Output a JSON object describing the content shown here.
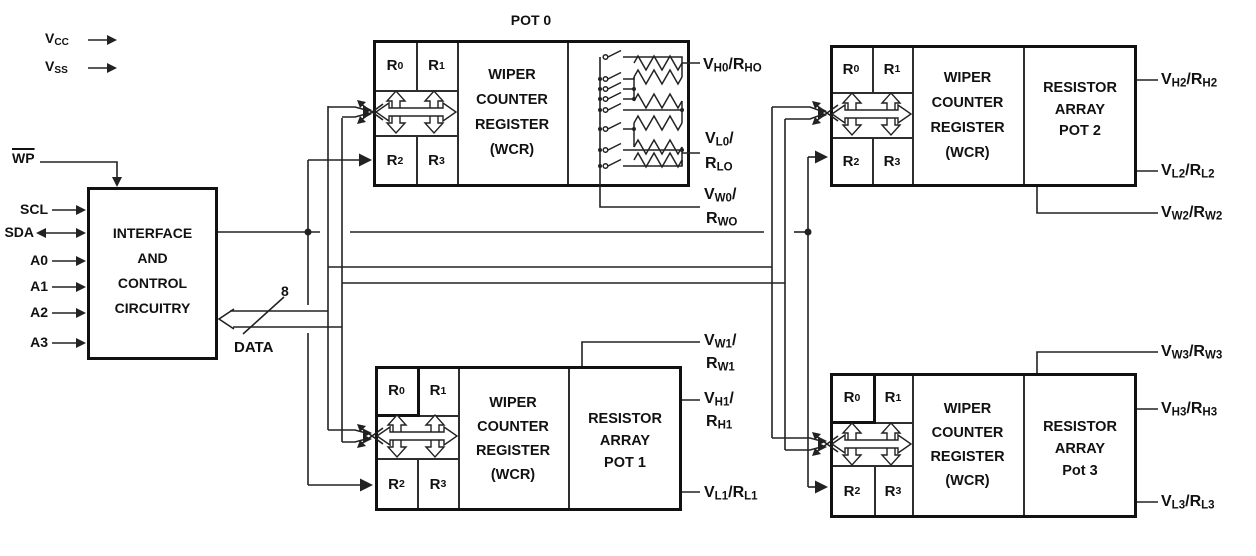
{
  "diagram": {
    "power": {
      "vcc": "V_{CC}",
      "vss": "V_{SS}"
    },
    "wp": "WP",
    "interface_block": {
      "lines": [
        "INTERFACE",
        "AND",
        "CONTROL",
        "CIRCUITRY"
      ],
      "pins": [
        "SCL",
        "SDA",
        "A0",
        "A1",
        "A2",
        "A3"
      ]
    },
    "data_bus": {
      "bits": "8",
      "label": "DATA"
    },
    "registers": [
      "R_{0}",
      "R_{1}",
      "R_{2}",
      "R_{3}"
    ],
    "wcr": [
      "WIPER",
      "COUNTER",
      "REGISTER",
      "(WCR)"
    ],
    "pot0": {
      "title": "POT 0",
      "out_h": "V_{H0}/R_{HO}",
      "out_l": [
        "V_{L0}/",
        "R_{LO}"
      ],
      "out_w": [
        "V_{W0}/",
        "R_{WO}"
      ]
    },
    "pot1": {
      "array": [
        "RESISTOR",
        "ARRAY",
        "POT 1"
      ],
      "out_w": [
        "V_{W1}/",
        "R_{W1}"
      ],
      "out_h": [
        "V_{H1}/",
        "R_{H1}"
      ],
      "out_l": "V_{L1}/R_{L1}"
    },
    "pot2": {
      "array": [
        "RESISTOR",
        "ARRAY",
        "POT 2"
      ],
      "out_h": "V_{H2}/R_{H2}",
      "out_l": "V_{L2}/R_{L2}",
      "out_w": "V_{W2}/R_{W2}"
    },
    "pot3": {
      "array": [
        "RESISTOR",
        "ARRAY",
        "Pot 3"
      ],
      "out_h": "V_{H3}/R_{H3}",
      "out_l": "V_{L3}/R_{L3}",
      "out_w": "V_{W3}/R_{W3}"
    }
  }
}
